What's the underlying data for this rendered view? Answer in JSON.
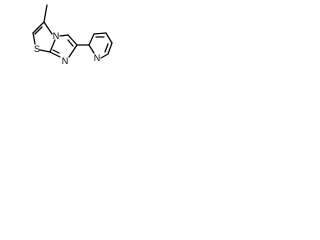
{
  "atoms": {
    "sulfur": "S",
    "nitrogen_bridgehead": "N",
    "nitrogen_imidazole": "N",
    "nitrogen_pyridine": "N"
  },
  "colors": {
    "bond": "#000000",
    "label": "#000000",
    "background": "#ffffff"
  }
}
